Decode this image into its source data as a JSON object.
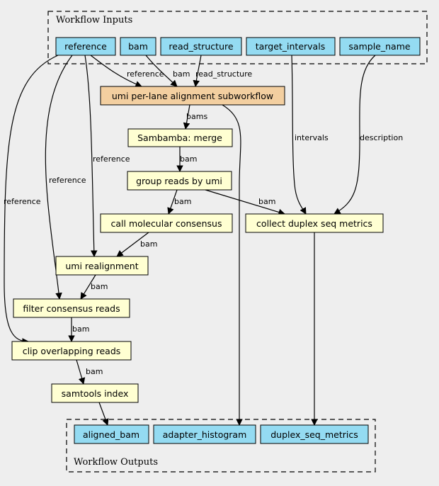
{
  "clusters": {
    "inputs_label": "Workflow Inputs",
    "outputs_label": "Workflow Outputs"
  },
  "inputs": {
    "reference": "reference",
    "bam": "bam",
    "read_structure": "read_structure",
    "target_intervals": "target_intervals",
    "sample_name": "sample_name"
  },
  "steps": {
    "umi_alignment": "umi per-lane alignment subworkflow",
    "merge": "Sambamba: merge",
    "group": "group reads by umi",
    "consensus": "call molecular consensus",
    "duplex": "collect duplex seq metrics",
    "realign": "umi realignment",
    "filter": "filter consensus reads",
    "clip": "clip overlapping reads",
    "index": "samtools index"
  },
  "outputs": {
    "aligned_bam": "aligned_bam",
    "adapter_histogram": "adapter_histogram",
    "duplex_seq_metrics": "duplex_seq_metrics"
  },
  "edge_labels": {
    "ref_to_align": "reference",
    "bam_to_align": "bam",
    "rs_to_align": "read_structure",
    "align_to_merge": "bams",
    "merge_to_group": "bam",
    "ref_to_realign": "reference",
    "ref_to_filter": "reference",
    "ref_to_clip": "reference",
    "intervals_to_duplex": "intervals",
    "sample_to_duplex": "description",
    "group_to_consensus": "bam",
    "group_to_duplex": "bam",
    "consensus_to_realign": "bam",
    "realign_to_filter": "bam",
    "filter_to_clip": "bam",
    "clip_to_index": "bam"
  },
  "colors": {
    "input_fill": "#94dbf2",
    "step_fill": "#ffffd2",
    "subworkflow_fill": "#f3cfa0",
    "background": "#eeeeee"
  }
}
